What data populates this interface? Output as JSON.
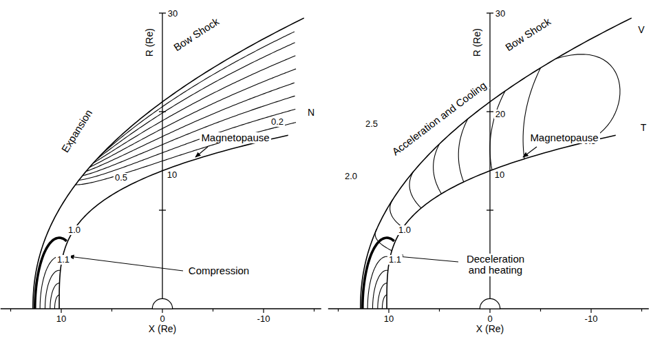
{
  "diagram": {
    "labels": [
      "30",
      "R (Re)",
      "Bow Shock",
      "Expansion",
      "N",
      "0.2",
      "0.5",
      "Magnetopause",
      "10",
      "1.0",
      "1.1",
      "Compression",
      "10",
      "0",
      "-10",
      "X (Re)",
      "30",
      "R (Re)",
      "Bow Shock",
      "V",
      "20",
      "2.5",
      "Acceleration and Cooling",
      "T",
      "0.5",
      "Magnetopause",
      "2.0",
      "10",
      "1.0",
      "1.1",
      "Deceleration and heating",
      "10",
      "0",
      "-10",
      "X (Re)"
    ]
  }
}
